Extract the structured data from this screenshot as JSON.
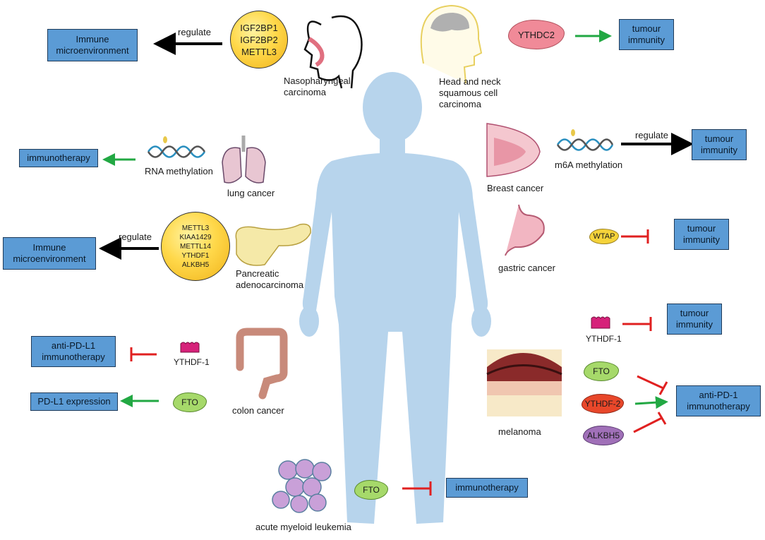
{
  "nodes": {
    "immune_micro_top": "Immune\nmicroenvironment",
    "regulate_top": "regulate",
    "npc_genes": "IGF2BP1\nIGF2BP2\nMETTL3",
    "npc_label": "Nasopharyngeal\ncarcinoma",
    "hnscc_label": "Head and neck\nsquamous cell\ncarcinoma",
    "ythdc2": "YTHDC2",
    "tumour_immunity_1": "tumour\nimmunity",
    "immunotherapy_lung": "immunotherapy",
    "rna_methylation": "RNA methylation",
    "lung_label": "lung cancer",
    "breast_label": "Breast cancer",
    "m6a_methylation": "m6A methylation",
    "regulate_breast": "regulate",
    "tumour_immunity_2": "tumour\nimmunity",
    "immune_micro_panc": "Immune\nmicroenvironment",
    "regulate_panc": "regulate",
    "panc_genes": "METTL3\nKIAA1429\nMETTL14\nYTHDF1\nALKBH5",
    "panc_label": "Pancreatic\nadenocarcinoma",
    "gastric_label": "gastric cancer",
    "wtap": "WTAP",
    "tumour_immunity_3": "tumour\nimmunity",
    "anti_pdl1": "anti-PD-L1\nimmunotherapy",
    "ythdf1_colon": "YTHDF-1",
    "pdl1_expression": "PD-L1 expression",
    "fto_colon": "FTO",
    "colon_label": "colon cancer",
    "tumour_immunity_4": "tumour\nimmunity",
    "ythdf1_mel": "YTHDF-1",
    "fto_mel": "FTO",
    "ythdf2_mel": "YTHDF-2",
    "alkbh5_mel": "ALKBH5",
    "melanoma_label": "melanoma",
    "anti_pd1": "anti-PD-1\nimmunotherapy",
    "fto_aml": "FTO",
    "immunotherapy_aml": "immunotherapy",
    "aml_label": "acute myeloid leukemia"
  },
  "colors": {
    "box_fill": "#5b9bd5",
    "activate": "#22a843",
    "inhibit": "#e02020",
    "regulate": "#000000",
    "body": "#b7d4ec",
    "yellow_circle": "#ffd84a",
    "fto_green": "#a6d96a",
    "ythdc2_pink": "#f08a98",
    "ythdf2_red": "#e8472a",
    "alkbh5_purple": "#a070b8",
    "ythdf1_magenta": "#d6227a",
    "wtap_yellow": "#f5d33a"
  }
}
